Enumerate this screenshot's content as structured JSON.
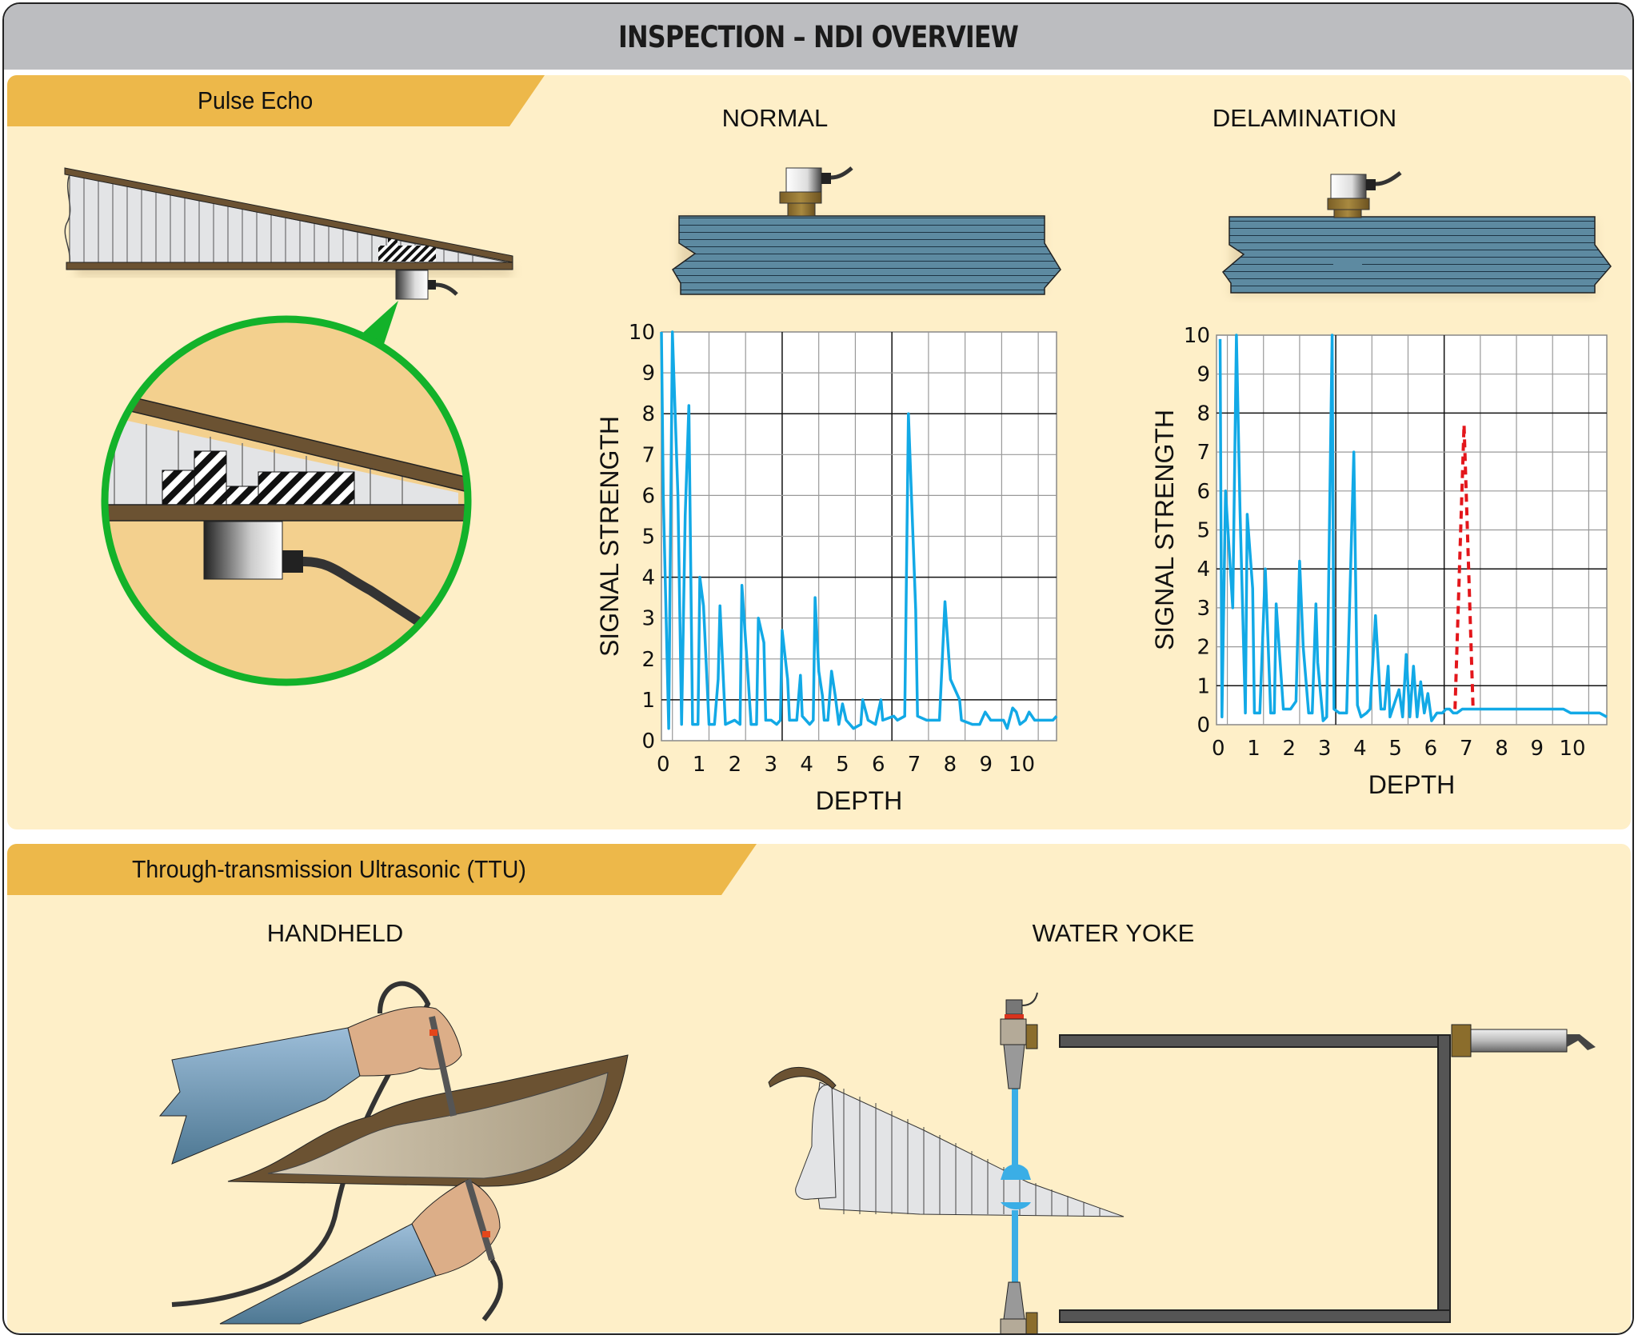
{
  "header": {
    "title": "INSPECTION – NDI OVERVIEW"
  },
  "sections": {
    "pulse_echo": {
      "tab_label": "Pulse Echo",
      "normal_label": "NORMAL",
      "delamination_label": "DELAMINATION"
    },
    "ttu": {
      "tab_label": "Through-transmission Ultrasonic (TTU)",
      "handheld_label": "HANDHELD",
      "water_yoke_label": "WATER YOKE"
    }
  },
  "colors": {
    "title_bar": "#bcbdc0",
    "panel_bg": "#feefc8",
    "tab_bg": "#edb84a",
    "signal_line": "#12a9e6",
    "delamination_marker": "#e3161b",
    "magnifier_ring": "#13b22a",
    "laminate": "#5d8aa1",
    "skin": "#6b5232"
  },
  "chart_data": [
    {
      "type": "line",
      "title": "NORMAL",
      "xlabel": "DEPTH",
      "ylabel": "SIGNAL STRENGTH",
      "xlim": [
        0,
        10.8
      ],
      "ylim": [
        0,
        10
      ],
      "x_ticks": [
        0,
        1,
        2,
        3,
        4,
        5,
        6,
        7,
        8,
        9,
        10
      ],
      "y_ticks": [
        0,
        1,
        2,
        3,
        4,
        5,
        6,
        7,
        8,
        9,
        10
      ],
      "grid": true,
      "series": [
        {
          "name": "signal",
          "x": [
            0,
            0.05,
            0.2,
            0.3,
            0.45,
            0.55,
            0.65,
            0.75,
            0.85,
            1.0,
            1.05,
            1.15,
            1.3,
            1.45,
            1.55,
            1.6,
            1.75,
            2.0,
            2.15,
            2.2,
            2.35,
            2.45,
            2.6,
            2.65,
            2.8,
            2.85,
            3.0,
            3.15,
            3.25,
            3.3,
            3.45,
            3.5,
            3.7,
            3.8,
            3.85,
            4.05,
            4.15,
            4.2,
            4.3,
            4.4,
            4.45,
            4.55,
            4.65,
            4.75,
            4.85,
            4.95,
            5.05,
            5.25,
            5.45,
            5.5,
            5.65,
            5.85,
            6.0,
            6.05,
            6.35,
            6.45,
            6.65,
            6.75,
            6.95,
            7.0,
            7.25,
            7.6,
            7.75,
            7.85,
            7.9,
            8.15,
            8.2,
            8.5,
            8.7,
            8.85,
            9.0,
            9.35,
            9.45,
            9.6,
            9.7,
            9.8,
            9.95,
            10.05,
            10.2,
            10.4,
            10.7,
            10.8
          ],
          "y": [
            10,
            6,
            0.3,
            10,
            6,
            0.4,
            5.5,
            8.2,
            0.4,
            0.4,
            4,
            3.3,
            0.4,
            0.4,
            1.5,
            3.3,
            0.4,
            0.5,
            0.4,
            3.8,
            1.8,
            0.4,
            0.4,
            3,
            2.4,
            0.5,
            0.5,
            0.4,
            0.5,
            2.7,
            1.5,
            0.5,
            0.5,
            1.6,
            0.6,
            0.4,
            0.5,
            3.5,
            1.7,
            1.1,
            0.5,
            0.5,
            1.7,
            1.1,
            0.4,
            0.9,
            0.5,
            0.3,
            0.4,
            1,
            0.5,
            0.4,
            1,
            0.5,
            0.6,
            0.5,
            0.6,
            8,
            3.2,
            0.6,
            0.5,
            0.5,
            3.4,
            2.1,
            1.5,
            1,
            0.5,
            0.4,
            0.4,
            0.7,
            0.5,
            0.5,
            0.3,
            0.8,
            0.7,
            0.4,
            0.5,
            0.7,
            0.5,
            0.5,
            0.5,
            0.6
          ]
        }
      ]
    },
    {
      "type": "line",
      "title": "DELAMINATION",
      "xlabel": "DEPTH",
      "ylabel": "SIGNAL STRENGTH",
      "xlim": [
        0,
        10.8
      ],
      "ylim": [
        0,
        10
      ],
      "x_ticks": [
        0,
        1,
        2,
        3,
        4,
        5,
        6,
        7,
        8,
        9,
        10
      ],
      "y_ticks": [
        0,
        1,
        2,
        3,
        4,
        5,
        6,
        7,
        8,
        9,
        10
      ],
      "grid": true,
      "series": [
        {
          "name": "signal",
          "x": [
            0.1,
            0.15,
            0.25,
            0.45,
            0.55,
            0.65,
            0.8,
            0.85,
            1.0,
            1.05,
            1.2,
            1.35,
            1.5,
            1.6,
            1.65,
            1.85,
            2.05,
            2.2,
            2.3,
            2.4,
            2.55,
            2.65,
            2.75,
            2.8,
            2.95,
            3.05,
            3.2,
            3.25,
            3.4,
            3.6,
            3.8,
            3.9,
            4.0,
            4.15,
            4.25,
            4.4,
            4.55,
            4.65,
            4.75,
            4.8,
            5.05,
            5.15,
            5.25,
            5.35,
            5.45,
            5.55,
            5.65,
            5.75,
            5.85,
            5.95,
            6.1,
            6.25,
            6.35,
            6.45,
            6.55,
            6.65,
            6.8,
            6.9,
            7.1,
            7.4,
            7.7,
            8.0,
            8.3,
            8.5,
            8.6,
            8.8,
            8.9,
            9.1,
            9.3,
            9.6,
            9.8,
            10.0,
            10.2,
            10.4,
            10.6,
            10.8
          ],
          "y": [
            9.9,
            0.2,
            6,
            3,
            10,
            5.5,
            0.3,
            5.4,
            3.5,
            0.3,
            0.3,
            4,
            0.3,
            0.3,
            3.1,
            0.4,
            0.4,
            0.6,
            4.2,
            2,
            0.3,
            0.3,
            3.1,
            1.6,
            0.1,
            0.2,
            10,
            0.4,
            0.3,
            0.3,
            7,
            0.5,
            0.2,
            0.3,
            0.4,
            2.8,
            0.4,
            0.4,
            1.5,
            0.2,
            0.9,
            0.2,
            1.8,
            0.2,
            1.5,
            0.2,
            1.1,
            0.3,
            0.8,
            0.1,
            0.3,
            0.3,
            0.4,
            0.4,
            0.3,
            0.3,
            0.4,
            0.4,
            0.4,
            0.4,
            0.4,
            0.4,
            0.4,
            0.4,
            0.4,
            0.4,
            0.4,
            0.4,
            0.4,
            0.4,
            0.3,
            0.3,
            0.3,
            0.3,
            0.3,
            0.2
          ]
        },
        {
          "name": "delamination echo",
          "style": "dashed",
          "x": [
            6.6,
            6.85,
            7.1
          ],
          "y": [
            0.4,
            7.7,
            0.4
          ]
        }
      ]
    }
  ]
}
